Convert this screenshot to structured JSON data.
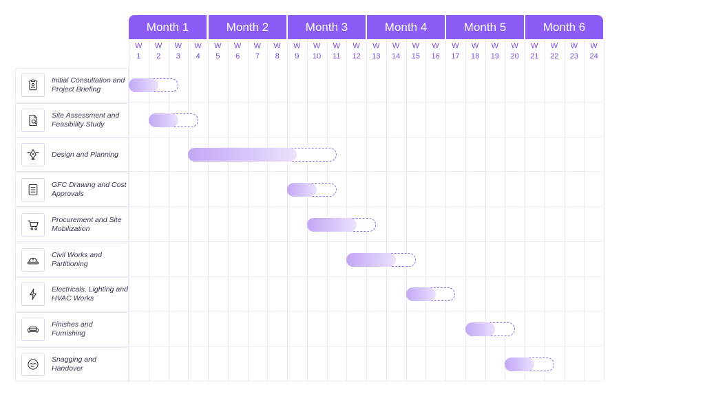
{
  "chart_data": {
    "type": "gantt",
    "months": [
      "Month 1",
      "Month 2",
      "Month 3",
      "Month 4",
      "Month 5",
      "Month 6"
    ],
    "weeks": [
      "1",
      "2",
      "3",
      "4",
      "5",
      "6",
      "7",
      "8",
      "9",
      "10",
      "11",
      "12",
      "13",
      "14",
      "15",
      "16",
      "17",
      "18",
      "19",
      "20",
      "21",
      "22",
      "23",
      "24"
    ],
    "week_prefix": "W",
    "tasks": [
      {
        "label": "Initial Consultation and Project Briefing",
        "icon": "clipboard-icon",
        "start": 1,
        "actual_end": 2,
        "planned_end": 3
      },
      {
        "label": "Site Assessment and Feasibility Study",
        "icon": "document-search-icon",
        "start": 2,
        "actual_end": 3,
        "planned_end": 4
      },
      {
        "label": "Design and Planning",
        "icon": "pen-tool-icon",
        "start": 4,
        "actual_end": 9,
        "planned_end": 11
      },
      {
        "label": "GFC Drawing and Cost Approvals",
        "icon": "checklist-icon",
        "start": 9,
        "actual_end": 10,
        "planned_end": 11
      },
      {
        "label": "Procurement and Site Mobilization",
        "icon": "shopping-cart-icon",
        "start": 10,
        "actual_end": 12,
        "planned_end": 13
      },
      {
        "label": "Civil Works and Partitioning",
        "icon": "hard-hat-icon",
        "start": 12,
        "actual_end": 14,
        "planned_end": 15
      },
      {
        "label": "Electricals, Lighting and HVAC Works",
        "icon": "lightning-icon",
        "start": 15,
        "actual_end": 16,
        "planned_end": 17
      },
      {
        "label": "Finishes and Furnishing",
        "icon": "sofa-icon",
        "start": 18,
        "actual_end": 19,
        "planned_end": 20
      },
      {
        "label": "Snagging and Handover",
        "icon": "handshake-icon",
        "start": 20,
        "actual_end": 21,
        "planned_end": 22
      }
    ]
  },
  "colors": {
    "accent": "#8b5cf6",
    "week_text": "#7c4ddc",
    "bar_fill": "#c3a8f5",
    "bar_dash": "#8b6be0"
  }
}
